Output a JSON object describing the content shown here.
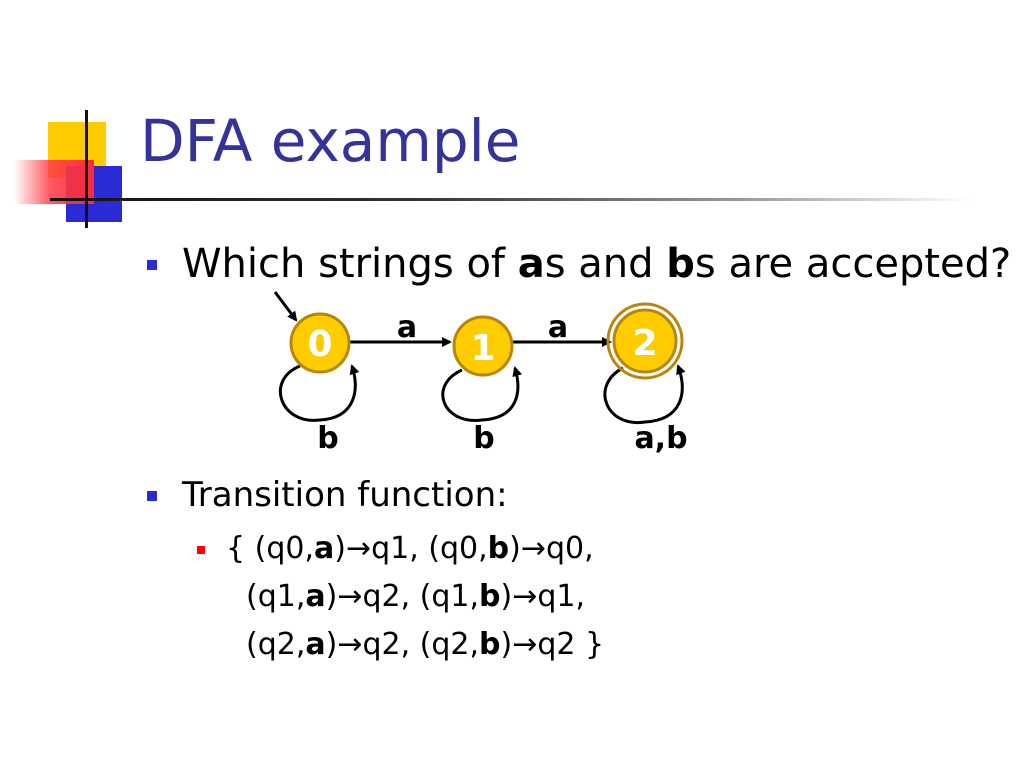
{
  "slide": {
    "title": "DFA example"
  },
  "bullets": [
    {
      "before": "Which strings of ",
      "bold1": "a",
      "middle": "s and ",
      "bold2": "b",
      "after": "s are accepted?"
    },
    {
      "text": "Transition function:"
    }
  ],
  "transitions": {
    "line1": {
      "open": "{ (q0,",
      "a": "a",
      "mid1": ")→q1, (q0,",
      "b": "b",
      "end": ")→q0,"
    },
    "line2": {
      "open": "(q1,",
      "a": "a",
      "mid1": ")→q2, (q1,",
      "b": "b",
      "end": ")→q1,"
    },
    "line3": {
      "open": "(q2,",
      "a": "a",
      "mid1": ")→q2, (q2,",
      "b": "b",
      "end": ")→q2 }"
    }
  },
  "dfa": {
    "states": [
      {
        "id": "0",
        "label": "0",
        "start": true,
        "accept": false
      },
      {
        "id": "1",
        "label": "1",
        "start": false,
        "accept": false
      },
      {
        "id": "2",
        "label": "2",
        "start": false,
        "accept": true
      }
    ],
    "edges": [
      {
        "from": "0",
        "to": "1",
        "label": "a"
      },
      {
        "from": "1",
        "to": "2",
        "label": "a"
      },
      {
        "from": "0",
        "to": "0",
        "label": "b"
      },
      {
        "from": "1",
        "to": "1",
        "label": "b"
      },
      {
        "from": "2",
        "to": "2",
        "label": "a,b"
      }
    ],
    "colors": {
      "state_fill": "#ffcc00",
      "state_stroke": "#b8860b",
      "label_on_state": "#ffffff"
    }
  }
}
